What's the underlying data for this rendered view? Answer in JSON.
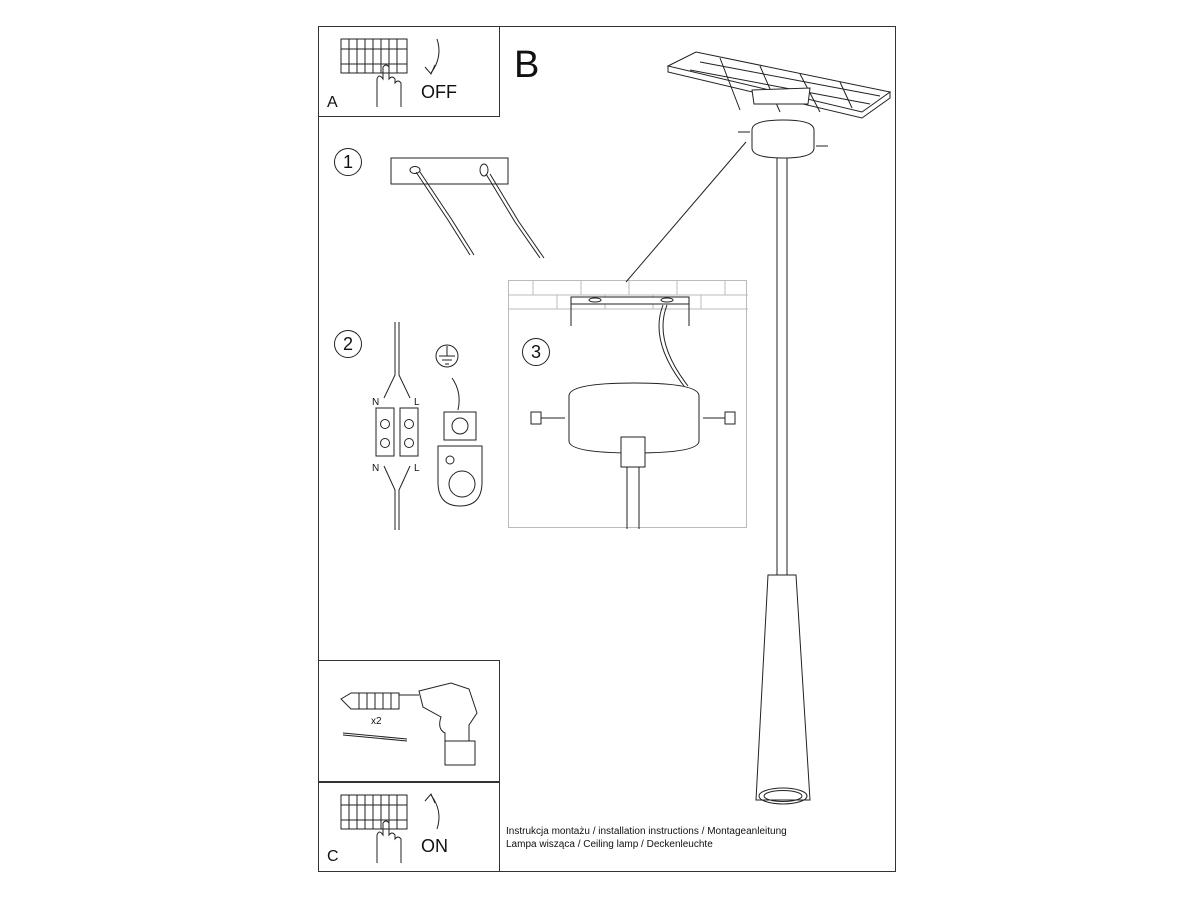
{
  "panels": {
    "a": {
      "letter": "A",
      "switch_label": "OFF"
    },
    "b": {
      "letter": "B"
    },
    "c": {
      "letter": "C",
      "switch_label": "ON"
    }
  },
  "steps": {
    "one": "1",
    "two": "2",
    "three": "3"
  },
  "terminal": {
    "n_top": "N",
    "l_top": "L",
    "n_bottom": "N",
    "l_bottom": "L"
  },
  "tools": {
    "quantity": "x2"
  },
  "caption": {
    "line1": "Instrukcja montażu / installation instructions / Montageanleitung",
    "line2": "Lampa wisząca / Ceiling lamp  / Deckenleuchte"
  }
}
